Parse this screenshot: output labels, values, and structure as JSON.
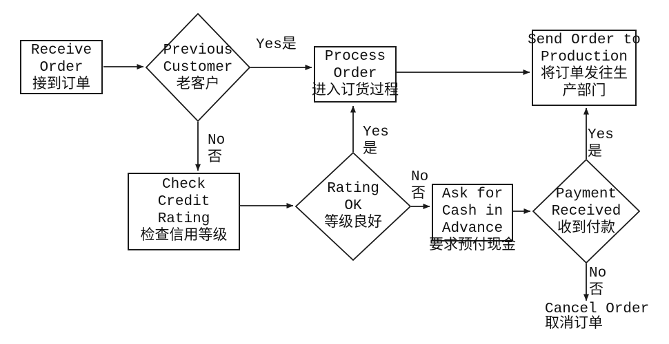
{
  "diagram": {
    "background_color": "#ffffff",
    "line_color": "#1a1a1a",
    "nodes": {
      "receive_order": {
        "shape": "rect",
        "lines": [
          "Receive",
          "Order",
          "接到订单"
        ]
      },
      "previous_customer": {
        "shape": "diamond",
        "lines": [
          "Previous",
          "Customer",
          "老客户"
        ]
      },
      "process_order": {
        "shape": "rect",
        "lines": [
          "Process",
          "Order",
          "进入订货过程"
        ]
      },
      "send_order_to_production": {
        "shape": "rect",
        "lines": [
          "Send Order to",
          "Production",
          "将订单发往生",
          "产部门"
        ]
      },
      "check_credit_rating": {
        "shape": "rect",
        "lines": [
          "Check",
          "Credit",
          "Rating",
          "检查信用等级"
        ]
      },
      "rating_ok": {
        "shape": "diamond",
        "lines": [
          "Rating",
          "OK",
          "等级良好"
        ]
      },
      "ask_for_cash_in_advance": {
        "shape": "rect",
        "lines": [
          "Ask for",
          "Cash in",
          "Advance",
          "要求预付现金"
        ]
      },
      "payment_received": {
        "shape": "diamond",
        "lines": [
          "Payment",
          "Received",
          "收到付款"
        ]
      },
      "cancel_order": {
        "shape": "text",
        "lines": [
          "Cancel Order",
          "取消订单"
        ]
      }
    },
    "edge_labels": {
      "previous_customer_yes": {
        "lines": [
          "Yes是"
        ]
      },
      "previous_customer_no": {
        "lines": [
          "No",
          "否"
        ]
      },
      "rating_ok_yes": {
        "lines": [
          "Yes",
          "是"
        ]
      },
      "rating_ok_no": {
        "lines": [
          "No",
          "否"
        ]
      },
      "payment_received_yes": {
        "lines": [
          "Yes",
          "是"
        ]
      },
      "payment_received_no": {
        "lines": [
          "No",
          "否"
        ]
      }
    }
  }
}
